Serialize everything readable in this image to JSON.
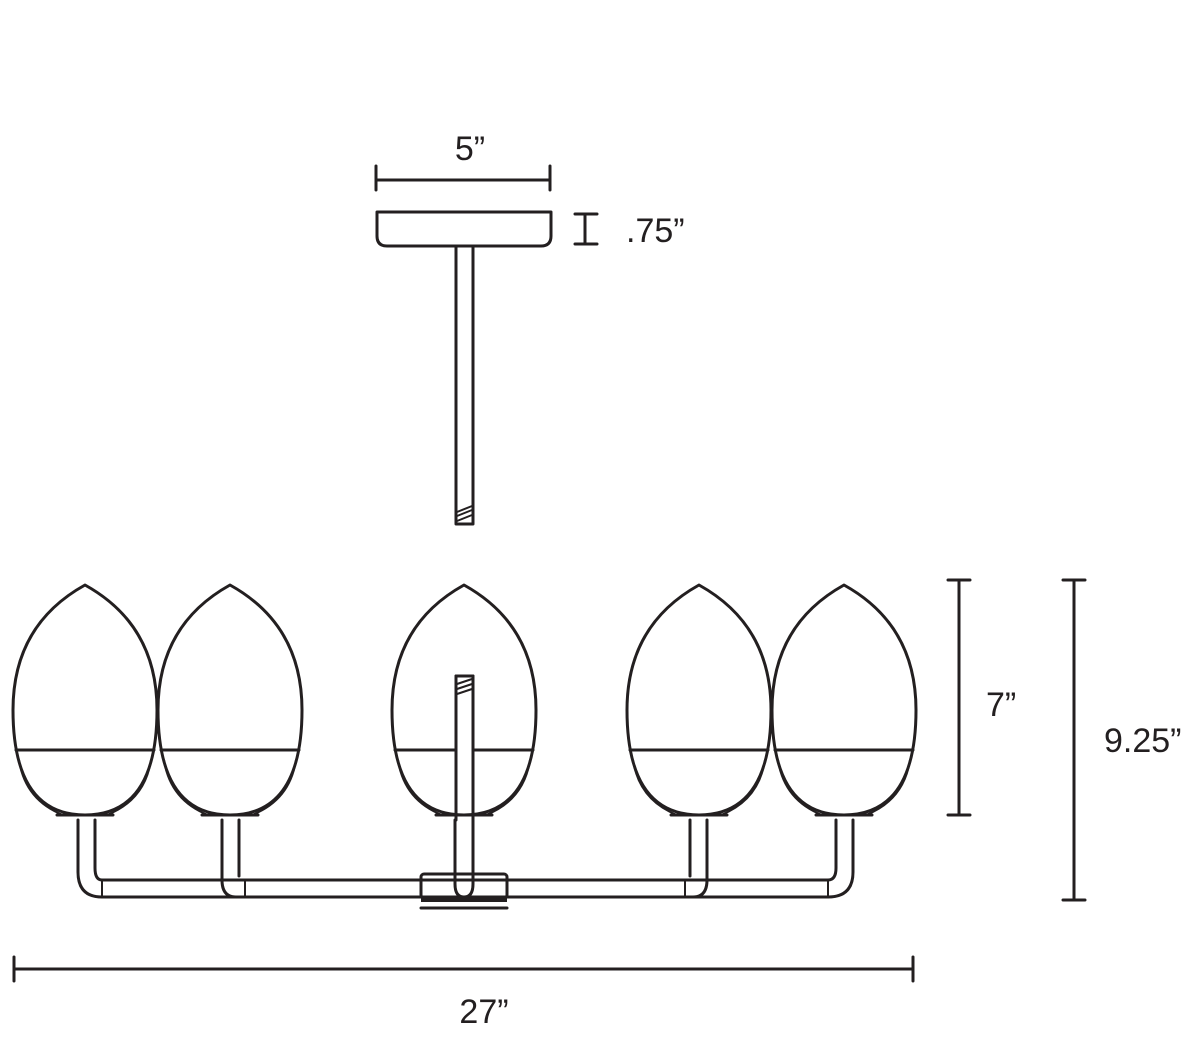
{
  "dimensions": {
    "canopy_width": "5”",
    "canopy_height": ".75”",
    "shade_height": "7”",
    "overall_height": "9.25”",
    "overall_width": "27”"
  },
  "colors": {
    "line": "#231f20",
    "background": "#ffffff"
  }
}
